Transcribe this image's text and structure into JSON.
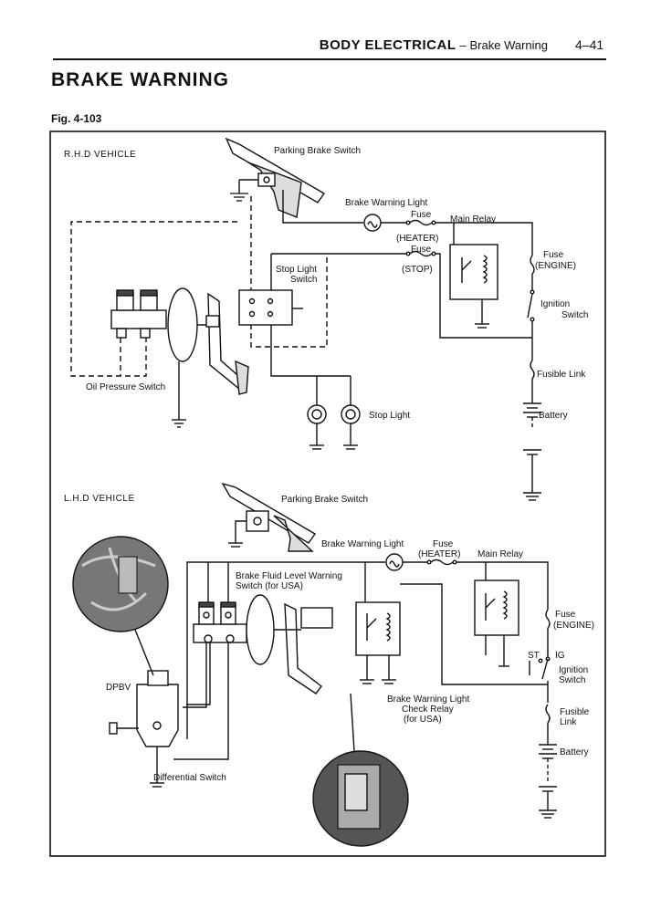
{
  "header": {
    "section": "BODY ELECTRICAL",
    "separator": "–",
    "subsection": "Brake Warning",
    "page_number": "4–41"
  },
  "title": "BRAKE WARNING",
  "figure_label": "Fig. 4-103",
  "rhd": {
    "heading": "R.H.D VEHICLE",
    "parking_brake_switch": "Parking Brake Switch",
    "brake_warning_light": "Brake Warning Light",
    "fuse_label": "Fuse",
    "fuse_heater": "(HEATER)",
    "fuse_stop_label": "Fuse",
    "fuse_stop": "(STOP)",
    "main_relay": "Main Relay",
    "stop_light_switch_line1": "Stop Light",
    "stop_light_switch_line2": "Switch",
    "fuse_engine_line1": "Fuse",
    "fuse_engine_line2": "(ENGINE)",
    "ignition_switch_line1": "Ignition",
    "ignition_switch_line2": "Switch",
    "fusible_link": "Fusible Link",
    "oil_pressure_switch": "Oil Pressure Switch",
    "stop_light": "Stop Light",
    "battery": "Battery"
  },
  "lhd": {
    "heading": "L.H.D VEHICLE",
    "parking_brake_switch": "Parking Brake Switch",
    "brake_warning_light": "Brake Warning Light",
    "fuse_label": "Fuse",
    "fuse_heater": "(HEATER)",
    "main_relay": "Main Relay",
    "brake_fluid_line1": "Brake Fluid Level Warning",
    "brake_fluid_line2": "Switch (for USA)",
    "fuse_engine_line1": "Fuse",
    "fuse_engine_line2": "(ENGINE)",
    "st": "ST",
    "ig": "IG",
    "ignition_switch_line1": "Ignition",
    "ignition_switch_line2": "Switch",
    "dpbv": "DPBV",
    "check_relay_line1": "Brake Warning Light",
    "check_relay_line2": "Check Relay",
    "check_relay_line3": "(for USA)",
    "fusible_link_line1": "Fusible",
    "fusible_link_line2": "Link",
    "battery": "Battery",
    "differential_switch": "Differential Switch"
  }
}
